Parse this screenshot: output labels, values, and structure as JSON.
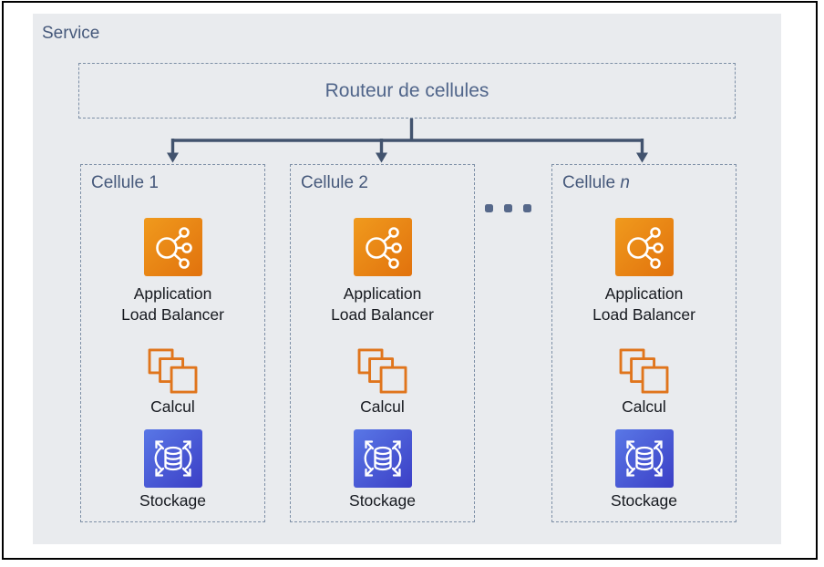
{
  "service": {
    "label": "Service"
  },
  "router": {
    "label": "Routeur de cellules"
  },
  "ellipsis": {
    "description": "three dots between Cellule 2 and Cellule n",
    "dot_count": 3
  },
  "cells": [
    {
      "name": "Cellule 1",
      "lb_line1": "Application",
      "lb_line2": "Load Balancer",
      "compute": "Calcul",
      "storage": "Stockage"
    },
    {
      "name": "Cellule 2",
      "lb_line1": "Application",
      "lb_line2": "Load Balancer",
      "compute": "Calcul",
      "storage": "Stockage"
    },
    {
      "name_prefix": "Cellule",
      "name_suffix": "n",
      "lb_line1": "Application",
      "lb_line2": "Load Balancer",
      "compute": "Calcul",
      "storage": "Stockage"
    }
  ],
  "icons": {
    "load_balancer": "application-load-balancer-icon",
    "compute": "compute-overlapping-squares-icon",
    "storage": "storage-scaling-database-icon",
    "ellipsis": "ellipsis-dots-icon"
  },
  "colors": {
    "panel_bg": "#E9EBEE",
    "label_blue": "#46597B",
    "router_label_blue": "#50658A",
    "dashed_border": "#7D8FA6",
    "connector": "#42536E",
    "alb_gradient_start": "#F09A1D",
    "alb_gradient_end": "#E1720D",
    "compute_orange": "#E0751C",
    "storage_gradient_start": "#5977E6",
    "storage_gradient_end": "#3B3FC6",
    "item_text": "#16191F",
    "frame_border": "#000000"
  }
}
